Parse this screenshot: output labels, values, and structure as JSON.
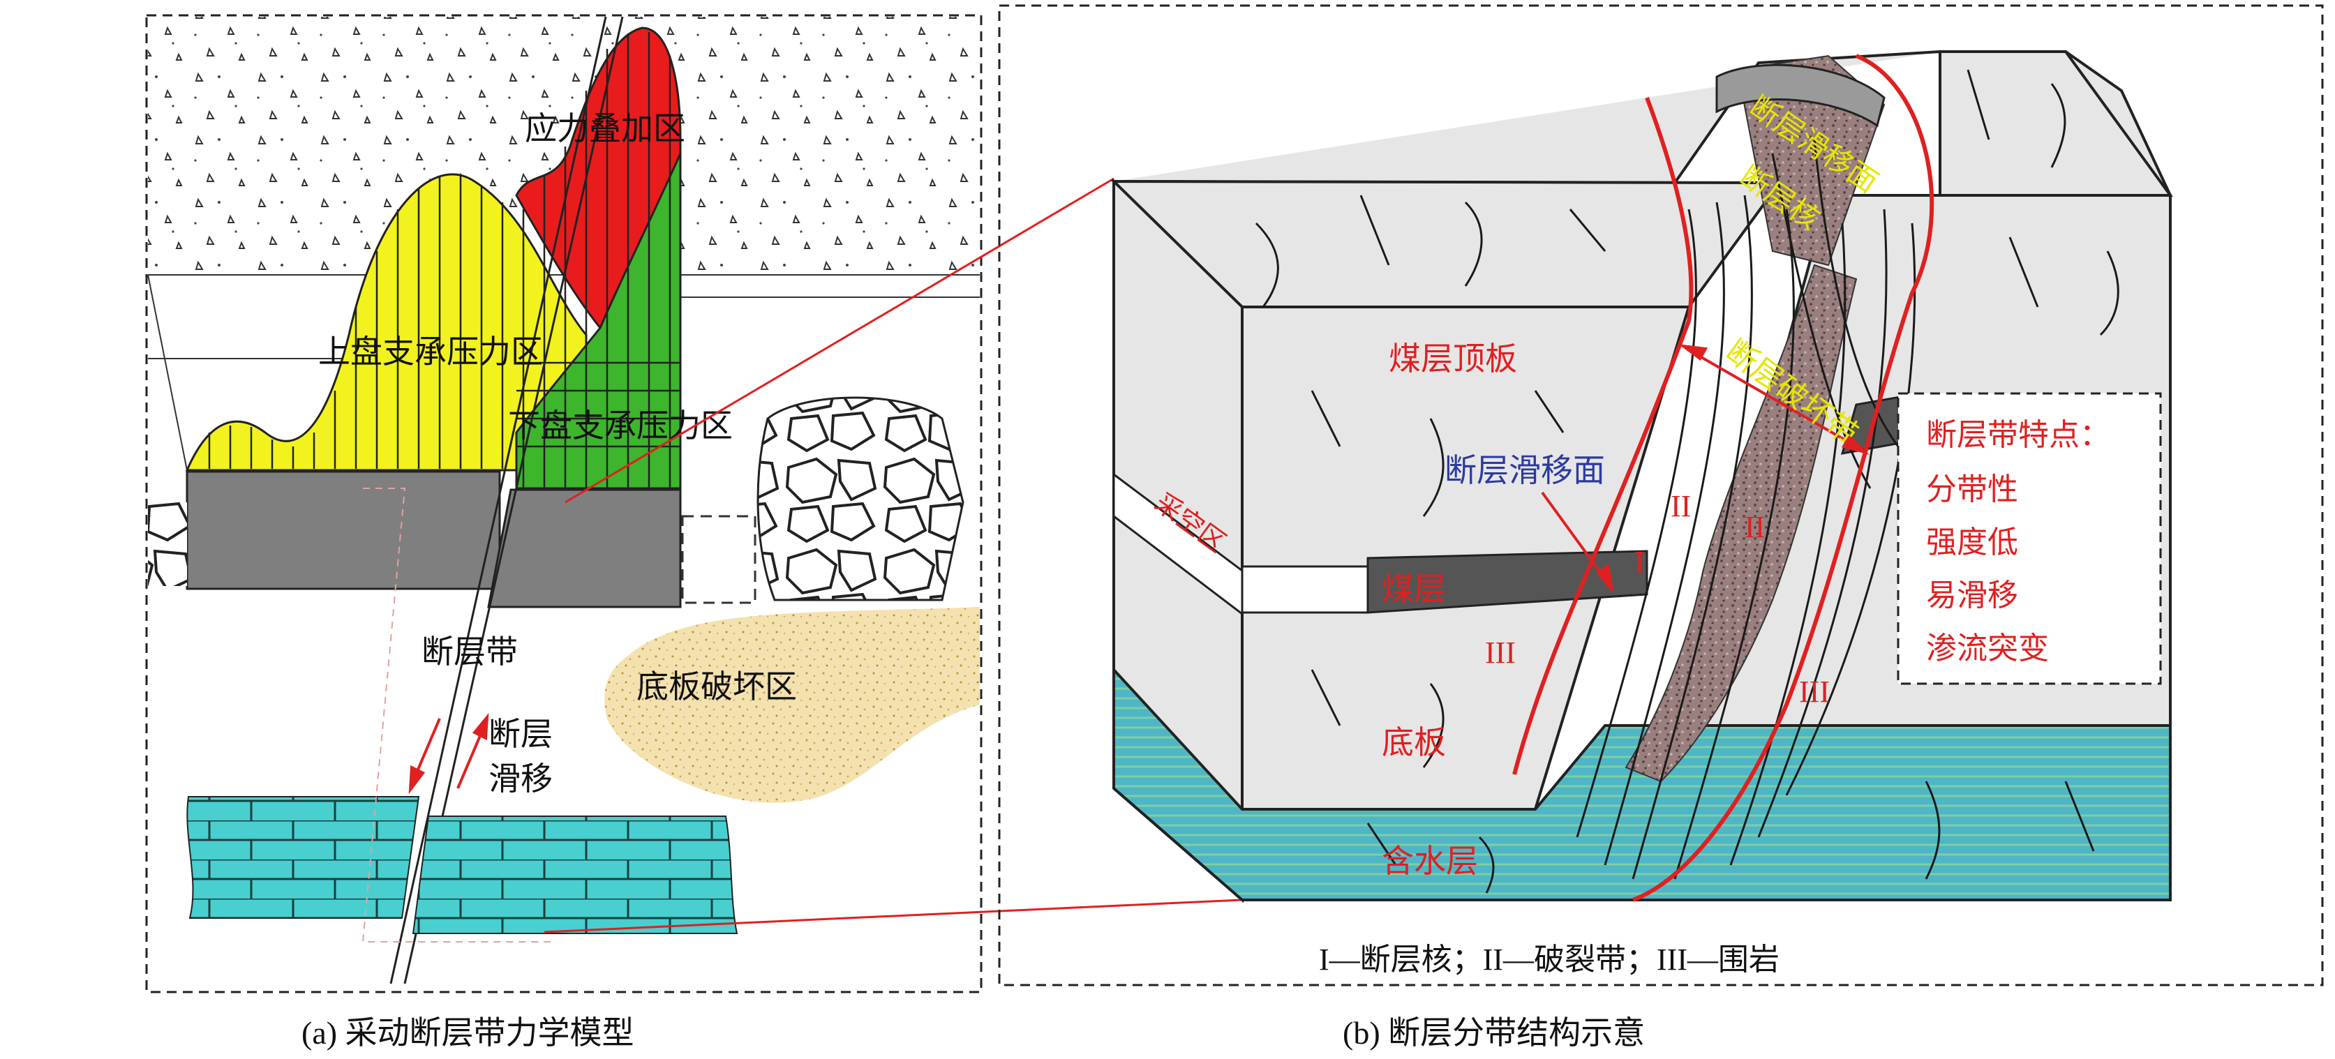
{
  "panel_a": {
    "caption": "(a) 采动断层带力学模型",
    "labels": {
      "stress_overlap_zone": "应力叠加区",
      "hanging_wall_zone": "上盘支承压力区",
      "footwall_zone": "下盘支承压力区",
      "fault_zone": "断层带",
      "fault_slip_1": "断层",
      "fault_slip_2": "滑移",
      "floor_damage_zone": "底板破坏区"
    },
    "colors": {
      "hanging_wall": "#f2f21e",
      "overlap": "#e81c1c",
      "footwall": "#3db52c",
      "coal": "#7f7f7f",
      "aquifer": "#49cfcf",
      "floor_damage": "#f3e2b0"
    }
  },
  "panel_b": {
    "caption": "(b) 断层分带结构示意",
    "legend": "I—断层核；II—破裂带；III—围岩",
    "labels": {
      "fault_plane": "断层滑移面",
      "fault_core": "断层核",
      "fault_plane_top": "断层滑移面",
      "fault_damage_zone": "断层破坏带",
      "roof": "煤层顶板",
      "goaf": "采空区",
      "coal_seam": "煤层",
      "floor": "底板",
      "aquifer": "含水层",
      "roman_1": "I",
      "roman_2a": "II",
      "roman_2b": "II",
      "roman_3a": "III",
      "roman_3b": "III"
    },
    "features_box": {
      "title": "断层带特点：",
      "items": [
        "分带性",
        "强度低",
        "易滑移",
        "渗流突变"
      ]
    },
    "colors": {
      "block": "#e6e6e6",
      "aquifer": "#4fb6c8",
      "coal": "#555555",
      "core": "#9a7f7f",
      "label_red": "#e02020",
      "label_blue": "#2c3aa0",
      "label_yellow": "#e6e600"
    }
  }
}
